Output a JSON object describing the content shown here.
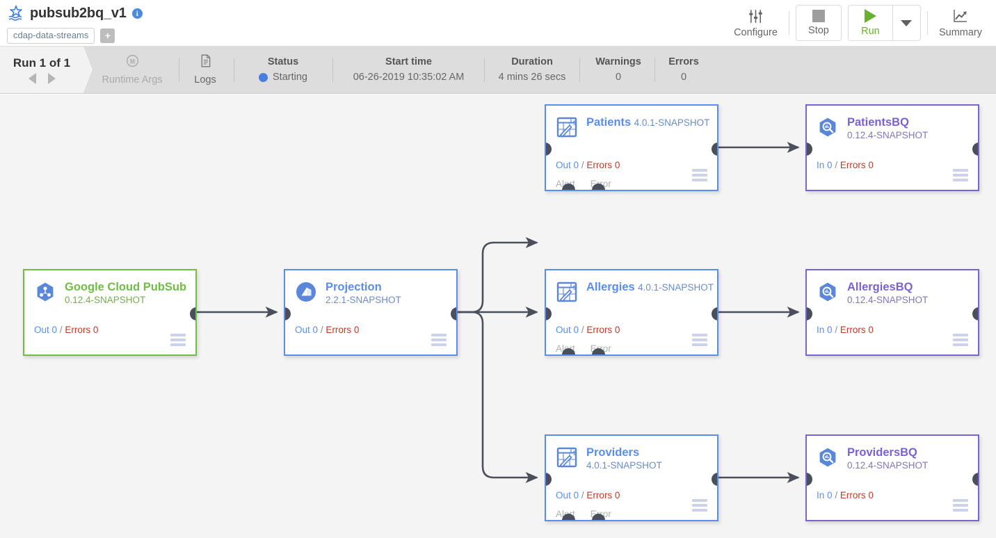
{
  "header": {
    "pipeline_icon": "realtime-pipeline-icon",
    "pipeline_name": "pubsub2bq_v1",
    "info_badge": "i",
    "tag": "cdap-data-streams",
    "add_tag_label": "+",
    "toolbar": {
      "configure_label": "Configure",
      "configure_icon": "sliders-icon",
      "stop_label": "Stop",
      "stop_icon": "stop-square-icon",
      "run_label": "Run",
      "run_icon": "play-triangle-icon",
      "run_dropdown_icon": "chevron-down-icon",
      "summary_label": "Summary",
      "summary_icon": "line-chart-icon"
    }
  },
  "status_bar": {
    "run_counter": "Run 1 of 1",
    "prev_icon": "arrow-left-icon",
    "next_icon": "arrow-right-icon",
    "runtime_args_label": "Runtime Args",
    "runtime_args_icon": "macro-icon",
    "logs_label": "Logs",
    "logs_icon": "document-icon",
    "status_label": "Status",
    "status_value": "Starting",
    "status_color": "#4a7ee0",
    "start_time_label": "Start time",
    "start_time_value": "06-26-2019 10:35:02 AM",
    "duration_label": "Duration",
    "duration_value": "4 mins 26 secs",
    "warnings_label": "Warnings",
    "warnings_value": "0",
    "errors_label": "Errors",
    "errors_value": "0"
  },
  "canvas": {
    "background": "#f4f4f4",
    "edge_color": "#4a4f5c",
    "colors": {
      "source_border": "#6fbe44",
      "transform_border": "#5b8def",
      "sink_border": "#7b61d6",
      "error_text": "#c0392b"
    },
    "nodes": [
      {
        "id": "google-cloud-pubsub",
        "type": "source",
        "icon": "google-pubsub-icon",
        "title": "Google Cloud PubSub",
        "version": "0.12.4-SNAPSHOT",
        "metric_label": "Out",
        "metric_value": "0",
        "metric_sep": "/",
        "errors_label": "Errors",
        "errors_value": "0",
        "has_alert_error_ports": false,
        "menu_icon": "hamburger-menu-icon"
      },
      {
        "id": "projection",
        "type": "transform",
        "icon": "projection-icon",
        "title": "Projection",
        "version": "2.2.1-SNAPSHOT",
        "metric_label": "Out",
        "metric_value": "0",
        "metric_sep": "/",
        "errors_label": "Errors",
        "errors_value": "0",
        "has_alert_error_ports": false,
        "menu_icon": "hamburger-menu-icon"
      },
      {
        "id": "patients",
        "type": "transform",
        "icon": "wrangler-icon",
        "title": "Patients",
        "version": "4.0.1-SNAPSHOT",
        "metric_label": "Out",
        "metric_value": "0",
        "metric_sep": "/",
        "errors_label": "Errors",
        "errors_value": "0",
        "has_alert_error_ports": true,
        "alert_port_label": "Alert",
        "error_port_label": "Error",
        "menu_icon": "hamburger-menu-icon"
      },
      {
        "id": "patientsbq",
        "type": "sink",
        "icon": "bigquery-icon",
        "title": "PatientsBQ",
        "version": "0.12.4-SNAPSHOT",
        "metric_label": "In",
        "metric_value": "0",
        "metric_sep": "/",
        "errors_label": "Errors",
        "errors_value": "0",
        "has_alert_error_ports": false,
        "menu_icon": "hamburger-menu-icon"
      },
      {
        "id": "allergies",
        "type": "transform",
        "icon": "wrangler-icon",
        "title": "Allergies",
        "version": "4.0.1-SNAPSHOT",
        "metric_label": "Out",
        "metric_value": "0",
        "metric_sep": "/",
        "errors_label": "Errors",
        "errors_value": "0",
        "has_alert_error_ports": true,
        "alert_port_label": "Alert",
        "error_port_label": "Error",
        "menu_icon": "hamburger-menu-icon"
      },
      {
        "id": "allergiesbq",
        "type": "sink",
        "icon": "bigquery-icon",
        "title": "AllergiesBQ",
        "version": "0.12.4-SNAPSHOT",
        "metric_label": "In",
        "metric_value": "0",
        "metric_sep": "/",
        "errors_label": "Errors",
        "errors_value": "0",
        "has_alert_error_ports": false,
        "menu_icon": "hamburger-menu-icon"
      },
      {
        "id": "providers",
        "type": "transform",
        "icon": "wrangler-icon",
        "title": "Providers",
        "version": "4.0.1-SNAPSHOT",
        "metric_label": "Out",
        "metric_value": "0",
        "metric_sep": "/",
        "errors_label": "Errors",
        "errors_value": "0",
        "has_alert_error_ports": true,
        "alert_port_label": "Alert",
        "error_port_label": "Error",
        "menu_icon": "hamburger-menu-icon"
      },
      {
        "id": "providersbq",
        "type": "sink",
        "icon": "bigquery-icon",
        "title": "ProvidersBQ",
        "version": "0.12.4-SNAPSHOT",
        "metric_label": "In",
        "metric_value": "0",
        "metric_sep": "/",
        "errors_label": "Errors",
        "errors_value": "0",
        "has_alert_error_ports": false,
        "menu_icon": "hamburger-menu-icon"
      }
    ]
  }
}
